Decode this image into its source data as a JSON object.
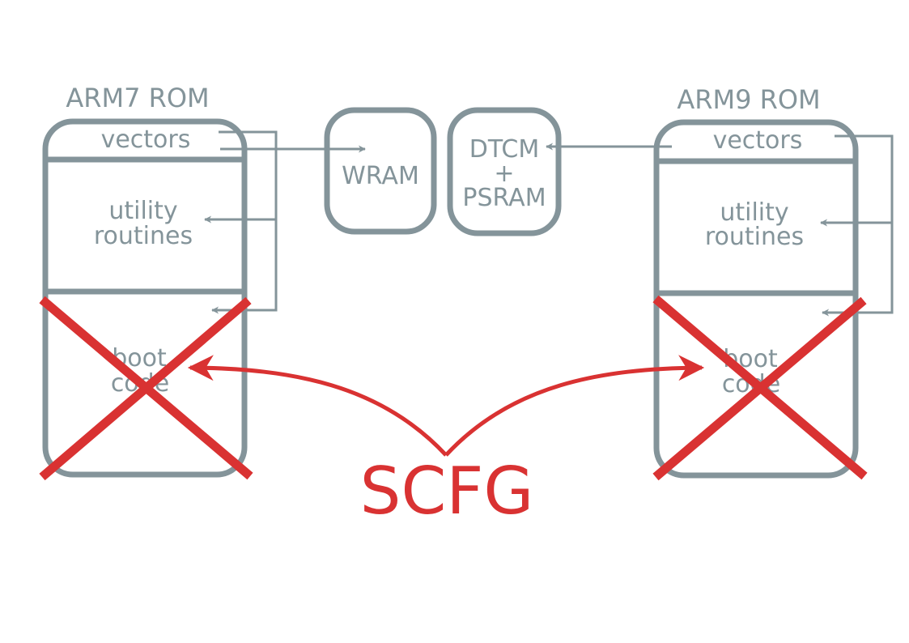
{
  "colors": {
    "gray": "#84949a",
    "red": "#d93232",
    "background": "#ffffff"
  },
  "arm7": {
    "title": "ARM7 ROM",
    "vectors": "vectors",
    "utility_line1": "utility",
    "utility_line2": "routines",
    "boot_line1": "boot",
    "boot_line2": "code"
  },
  "arm9": {
    "title": "ARM9 ROM",
    "vectors": "vectors",
    "utility_line1": "utility",
    "utility_line2": "routines",
    "boot_line1": "boot",
    "boot_line2": "code"
  },
  "wram": {
    "label": "WRAM"
  },
  "dtcm": {
    "line1": "DTCM",
    "line2": "+",
    "line3": "PSRAM"
  },
  "scfg": {
    "label": "SCFG"
  }
}
